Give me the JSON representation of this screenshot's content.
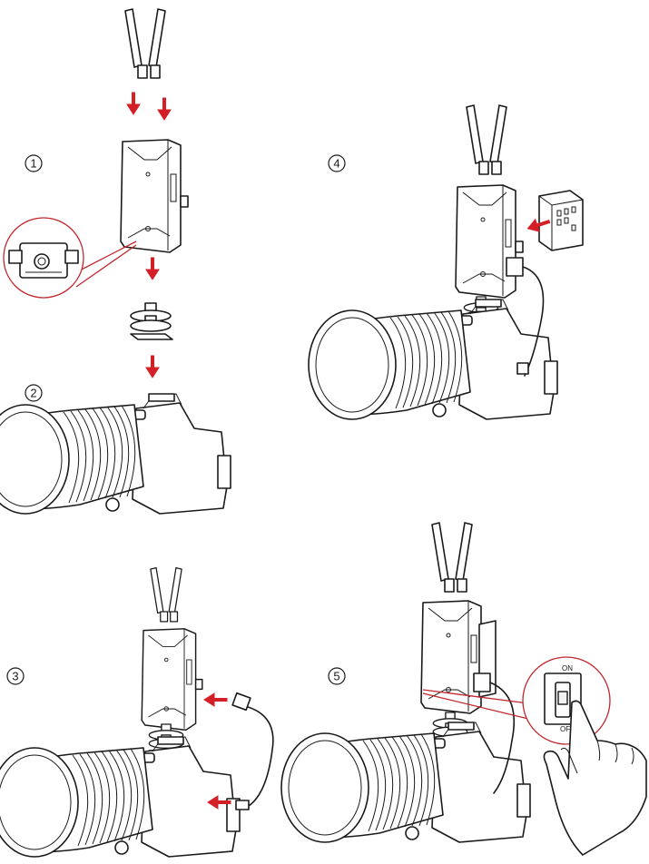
{
  "steps": [
    {
      "number": "1"
    },
    {
      "number": "2"
    },
    {
      "number": "3"
    },
    {
      "number": "4"
    },
    {
      "number": "5"
    }
  ],
  "switch": {
    "on_label": "ON",
    "off_label": "OFF"
  },
  "colors": {
    "accent_red": "#d51f26",
    "line": "#1a1a1a",
    "background": "#ffffff"
  },
  "icons": [
    "antenna-icon",
    "transmitter-icon",
    "hot-shoe-adapter-icon",
    "camera-icon",
    "cable-icon",
    "battery-icon",
    "power-switch-icon",
    "hand-icon",
    "arrow-icon"
  ]
}
